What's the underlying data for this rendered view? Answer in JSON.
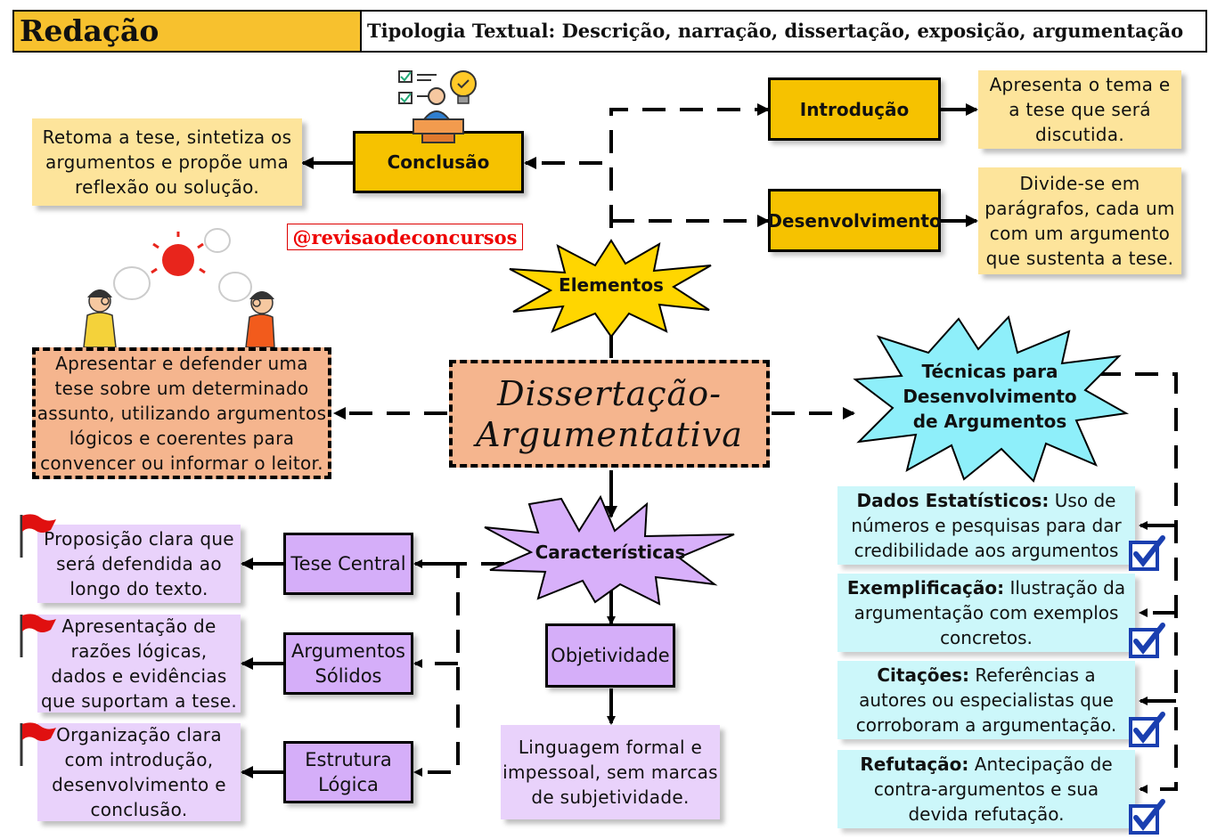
{
  "header": {
    "subject": "Redação",
    "topic": "Tipologia Textual: Descrição, narração, dissertação, exposição, argumentação"
  },
  "handle": "@revisaodeconcursos",
  "center": {
    "line1": "Dissertação-",
    "line2": "Argumentativa"
  },
  "definition": [
    "Apresentar e defender uma",
    "tese sobre um determinado",
    "assunto, utilizando argumentos",
    "lógicos e coerentes para",
    "convencer ou informar o leitor."
  ],
  "elementos": {
    "label": "Elementos",
    "introducao": {
      "label": "Introdução",
      "note": [
        "Apresenta o tema e",
        "a tese que será",
        "discutida."
      ]
    },
    "desenvolvimento": {
      "label": "Desenvolvimento",
      "note": [
        "Divide-se em",
        "parágrafos, cada um",
        "com um argumento",
        "que sustenta a tese."
      ]
    },
    "conclusao": {
      "label": "Conclusão",
      "note": [
        "Retoma a tese, sintetiza os",
        "argumentos e propõe uma",
        "reflexão ou solução."
      ]
    }
  },
  "caracteristicas": {
    "label": "Características",
    "objetividade": {
      "label": "Objetividade",
      "note": [
        "Linguagem formal e",
        "impessoal, sem marcas",
        "de subjetividade."
      ]
    },
    "tese": {
      "label": "Tese Central",
      "note": [
        "Proposição clara que",
        "será defendida ao",
        "longo do texto."
      ]
    },
    "argumentos": {
      "label": [
        "Argumentos",
        "Sólidos"
      ],
      "note": [
        "Apresentação de",
        "razões lógicas,",
        "dados e evidências",
        "que suportam a tese."
      ]
    },
    "estrutura": {
      "label": [
        "Estrutura",
        "Lógica"
      ],
      "note": [
        "Organização clara",
        "com introdução,",
        "desenvolvimento e",
        "conclusão."
      ]
    }
  },
  "tecnicas": {
    "label": [
      "Técnicas para",
      "Desenvolvimento",
      "de Argumentos"
    ],
    "items": [
      {
        "term": "Dados Estatísticos:",
        "lines": [
          "Uso de",
          "números e pesquisas para dar",
          "credibilidade aos argumentos"
        ]
      },
      {
        "term": "Exemplificação:",
        "lines": [
          "Ilustração da",
          "argumentação com exemplos",
          "concretos."
        ]
      },
      {
        "term": "Citações:",
        "lines": [
          "Referências a",
          "autores ou especialistas que",
          "corroboram a argumentação."
        ]
      },
      {
        "term": "Refutação:",
        "lines": [
          "Antecipação de",
          "contra-argumentos e sua",
          "devida refutação."
        ]
      }
    ]
  },
  "colors": {
    "yellow": "#f6c200",
    "note_yellow": "#fde49b",
    "salmon": "#f5b58e",
    "purple": "#d5aef9",
    "light_purple": "#e9d2fb",
    "cyan": "#ccf7fa",
    "star_yellow": "#ffd600",
    "star_cyan": "#8eeffa",
    "flag_red": "#e01010",
    "check_blue": "#1a3fb0"
  },
  "icons": [
    "checklist-person-idea-icon",
    "discussion-people-icon",
    "red-flag-icon",
    "blue-checkbox-icon"
  ]
}
